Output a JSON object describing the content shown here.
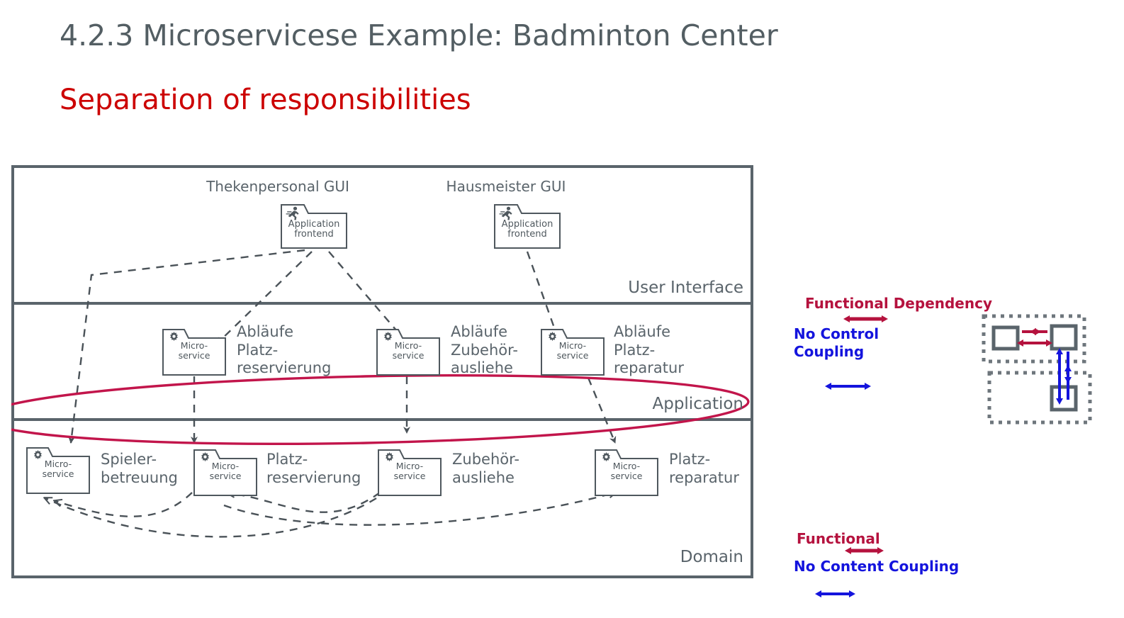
{
  "slide": {
    "heading": "4.2.3 Microservicese Example: Badminton Center",
    "subheading": "Separation of responsibilities",
    "heading_color": "#535E63",
    "subheading_color": "#CC0000"
  },
  "diagram": {
    "layers": [
      {
        "id": "ui",
        "label": "User Interface"
      },
      {
        "id": "application",
        "label": "Application"
      },
      {
        "id": "domain",
        "label": "Domain"
      }
    ],
    "ui_layer": {
      "nodes": [
        {
          "title": "Thekenpersonal GUI",
          "stereotype_line1": "Application",
          "stereotype_line2": "frontend",
          "icon": "running-person-icon"
        },
        {
          "title": "Hausmeister GUI",
          "stereotype_line1": "Application",
          "stereotype_line2": "frontend",
          "icon": "running-person-icon"
        }
      ]
    },
    "application_layer": {
      "nodes": [
        {
          "stereotype_line1": "Micro-",
          "stereotype_line2": "service",
          "icon": "gear-icon",
          "caption": [
            "Abläufe",
            "Platz-",
            "reservierung"
          ]
        },
        {
          "stereotype_line1": "Micro-",
          "stereotype_line2": "service",
          "icon": "gear-icon",
          "caption": [
            "Abläufe",
            "Zubehör-",
            "ausliehe"
          ]
        },
        {
          "stereotype_line1": "Micro-",
          "stereotype_line2": "service",
          "icon": "gear-icon",
          "caption": [
            "Abläufe",
            "Platz-",
            "reparatur"
          ]
        }
      ]
    },
    "domain_layer": {
      "nodes": [
        {
          "stereotype_line1": "Micro-",
          "stereotype_line2": "service",
          "icon": "gear-icon",
          "caption": [
            "Spieler-",
            "betreuung"
          ]
        },
        {
          "stereotype_line1": "Micro-",
          "stereotype_line2": "service",
          "icon": "gear-icon",
          "caption": [
            "Platz-",
            "reservierung"
          ]
        },
        {
          "stereotype_line1": "Micro-",
          "stereotype_line2": "service",
          "icon": "gear-icon",
          "caption": [
            "Zubehör-",
            "ausliehe"
          ]
        },
        {
          "stereotype_line1": "Micro-",
          "stereotype_line2": "service",
          "icon": "gear-icon",
          "caption": [
            "Platz-",
            "reparatur"
          ]
        }
      ]
    },
    "annotation": {
      "shape": "ellipse",
      "color": "#C2154B",
      "description": "red ellipse spanning the application/domain boundary"
    },
    "colors": {
      "frame": "#5A646B",
      "node_outline": "#4F585E",
      "dependency_arrow": "#4A5258",
      "highlight": "#C2154B"
    }
  },
  "legend": {
    "top": {
      "line1": "Functional Dependency",
      "line2": "No Control",
      "line3": "Coupling",
      "line1_color": "#B5123E",
      "line2_color": "#1414DD"
    },
    "bottom": {
      "line1": "Functional",
      "line2": "No Content Coupling",
      "line1_color": "#B5123E",
      "line2_color": "#1414DD"
    }
  }
}
